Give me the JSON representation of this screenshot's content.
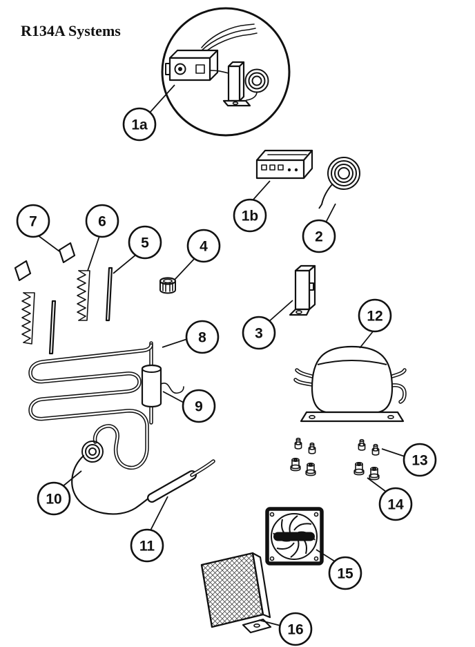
{
  "title": "R134A Systems",
  "callouts": {
    "c1a": "1a",
    "c1b": "1b",
    "c2": "2",
    "c3": "3",
    "c4": "4",
    "c5": "5",
    "c6": "6",
    "c7": "7",
    "c8": "8",
    "c9": "9",
    "c10": "10",
    "c11": "11",
    "c12": "12",
    "c13": "13",
    "c14": "14",
    "c15": "15",
    "c16": "16"
  },
  "colors": {
    "ink": "#111111",
    "background": "#ffffff"
  }
}
